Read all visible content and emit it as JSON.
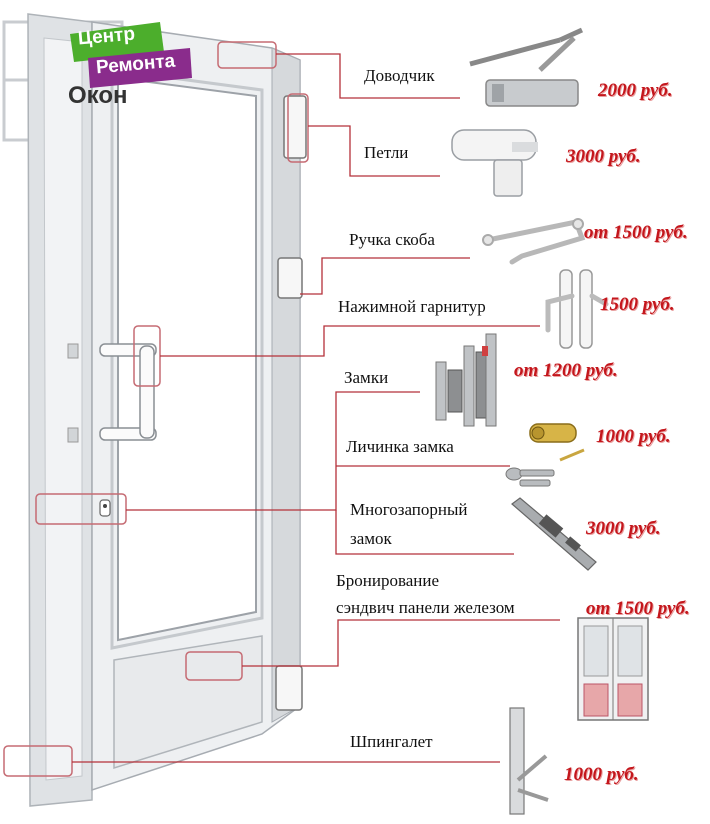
{
  "logo": {
    "line1": "Центр",
    "line2": "Ремонта",
    "line3": "Окон",
    "colors": {
      "green": "#4cae2c",
      "purple": "#8a2c8c",
      "dark": "#333333"
    }
  },
  "colors": {
    "leader": "#b5313a",
    "price": "#c4161c",
    "frame": "#e4e6e8"
  },
  "items": [
    {
      "id": "closer",
      "label": "Доводчик",
      "price": "2000 руб.",
      "icon": "door-closer-icon"
    },
    {
      "id": "hinges",
      "label": "Петли",
      "price": "3000 руб.",
      "icon": "door-hinge-icon"
    },
    {
      "id": "pull-handle",
      "label": "Ручка скоба",
      "price": "от 1500 руб.",
      "icon": "pull-handle-icon"
    },
    {
      "id": "lever-set",
      "label": "Нажимной гарнитур",
      "price": "1500 руб.",
      "icon": "lever-handle-icon"
    },
    {
      "id": "locks",
      "label": "Замки",
      "price": "от 1200 руб.",
      "icon": "mortise-lock-icon"
    },
    {
      "id": "cylinder",
      "label": "Личинка замка",
      "price": "1000 руб.",
      "icon": "lock-cylinder-icon"
    },
    {
      "id": "multipoint",
      "label_line1": "Многозапорный",
      "label_line2": "замок",
      "price": "3000 руб.",
      "icon": "multipoint-lock-icon"
    },
    {
      "id": "armoring",
      "label_line1": "Бронирование",
      "label_line2": "сэндвич панели железом",
      "price": "от 1500 руб.",
      "icon": "armored-door-icon"
    },
    {
      "id": "latch",
      "label": "Шпингалет",
      "price": "1000 руб.",
      "icon": "latch-bolt-icon"
    }
  ]
}
